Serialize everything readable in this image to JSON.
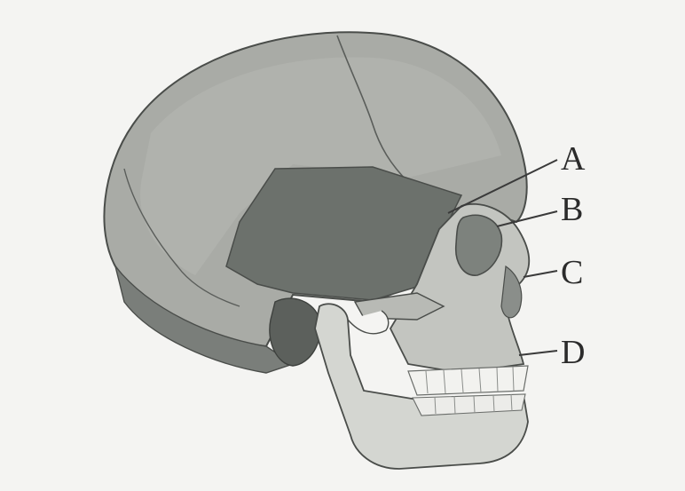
{
  "labels": {
    "a": "A",
    "b": "B",
    "c": "C",
    "d": "D"
  },
  "colors": {
    "background": "#f4f4f2",
    "cranium": "#a9aba6",
    "temporal_region": "#6c716c",
    "facial_bone": "#c3c5c0",
    "mandible": "#d4d6d1",
    "teeth": "#f2f2ef",
    "orbit": "#7d827d",
    "outline": "#4a4d4a",
    "leader_line": "#3a3a3a"
  }
}
